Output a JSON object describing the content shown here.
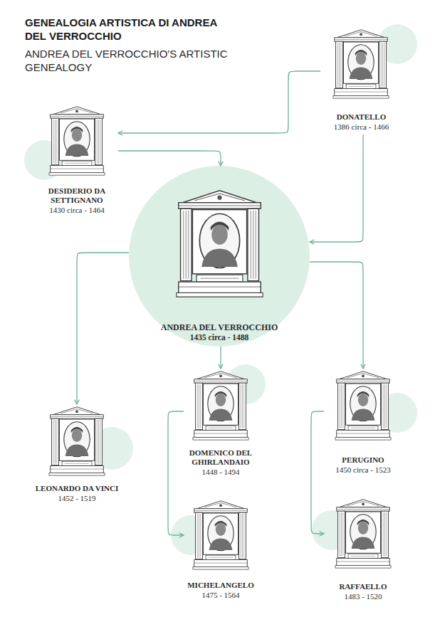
{
  "diagram": {
    "title": "GENEALOGIA ARTISTICA DI ANDREA DEL VERROCCHIO",
    "nodes": [
      {
        "text": [
          "DONATELLO",
          "1386 circa - 1466"
        ]
      },
      {
        "text": [
          "DESIDERIO DA SETTIGNANO",
          "1430 circa - 1464"
        ]
      },
      {
        "text": [
          "ANDREA DEL VERROCCHIO",
          "1435 circa - 1488"
        ]
      },
      {
        "text": [
          "LEONARDO DA VINCI",
          "1452 - 1519"
        ]
      },
      {
        "text": [
          "DOMENICO DEL GHIRLANDAIO",
          "1448 - 1494"
        ]
      },
      {
        "text": [
          "PERUGINO",
          "1450 circa - 1523"
        ]
      },
      {
        "text": [
          "MICHELANGELO",
          "1475 - 1564"
        ]
      },
      {
        "text": [
          "RAFFAELLO",
          "1483 - 1520"
        ]
      }
    ],
    "edges": [
      {
        "from": 0,
        "to": 1,
        "arrow": "to"
      },
      {
        "from": 1,
        "to": 2,
        "arrow": "to"
      },
      {
        "from": 0,
        "to": 2,
        "arrow": "to"
      },
      {
        "from": 2,
        "to": 3,
        "arrow": "to"
      },
      {
        "from": 2,
        "to": 4,
        "arrow": "to"
      },
      {
        "from": 2,
        "to": 5,
        "arrow": "to"
      },
      {
        "from": 4,
        "to": 6,
        "arrow": "to"
      },
      {
        "from": 5,
        "to": 7,
        "arrow": "to"
      }
    ],
    "labels": [
      "ANDREA DEL VERROCCHIO'S ARTISTIC GENEALOGY"
    ]
  }
}
